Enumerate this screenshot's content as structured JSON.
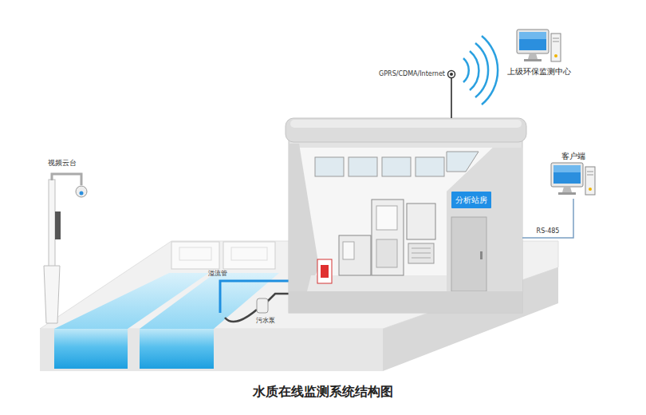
{
  "diagram": {
    "caption": "水质在线监测系统结构图",
    "nodes": [
      {
        "text": [
          "上级环保监测中心"
        ]
      },
      {
        "text": [
          "客户端"
        ]
      },
      {
        "text": [
          "分析站房"
        ]
      }
    ],
    "edges": [
      {
        "from": 2,
        "to": 1,
        "label": "RS-485",
        "arrow": "none"
      }
    ],
    "labels": [
      "GPRS/CDMA/Internet",
      "视频云台",
      "溢流管",
      "污水泵"
    ]
  }
}
